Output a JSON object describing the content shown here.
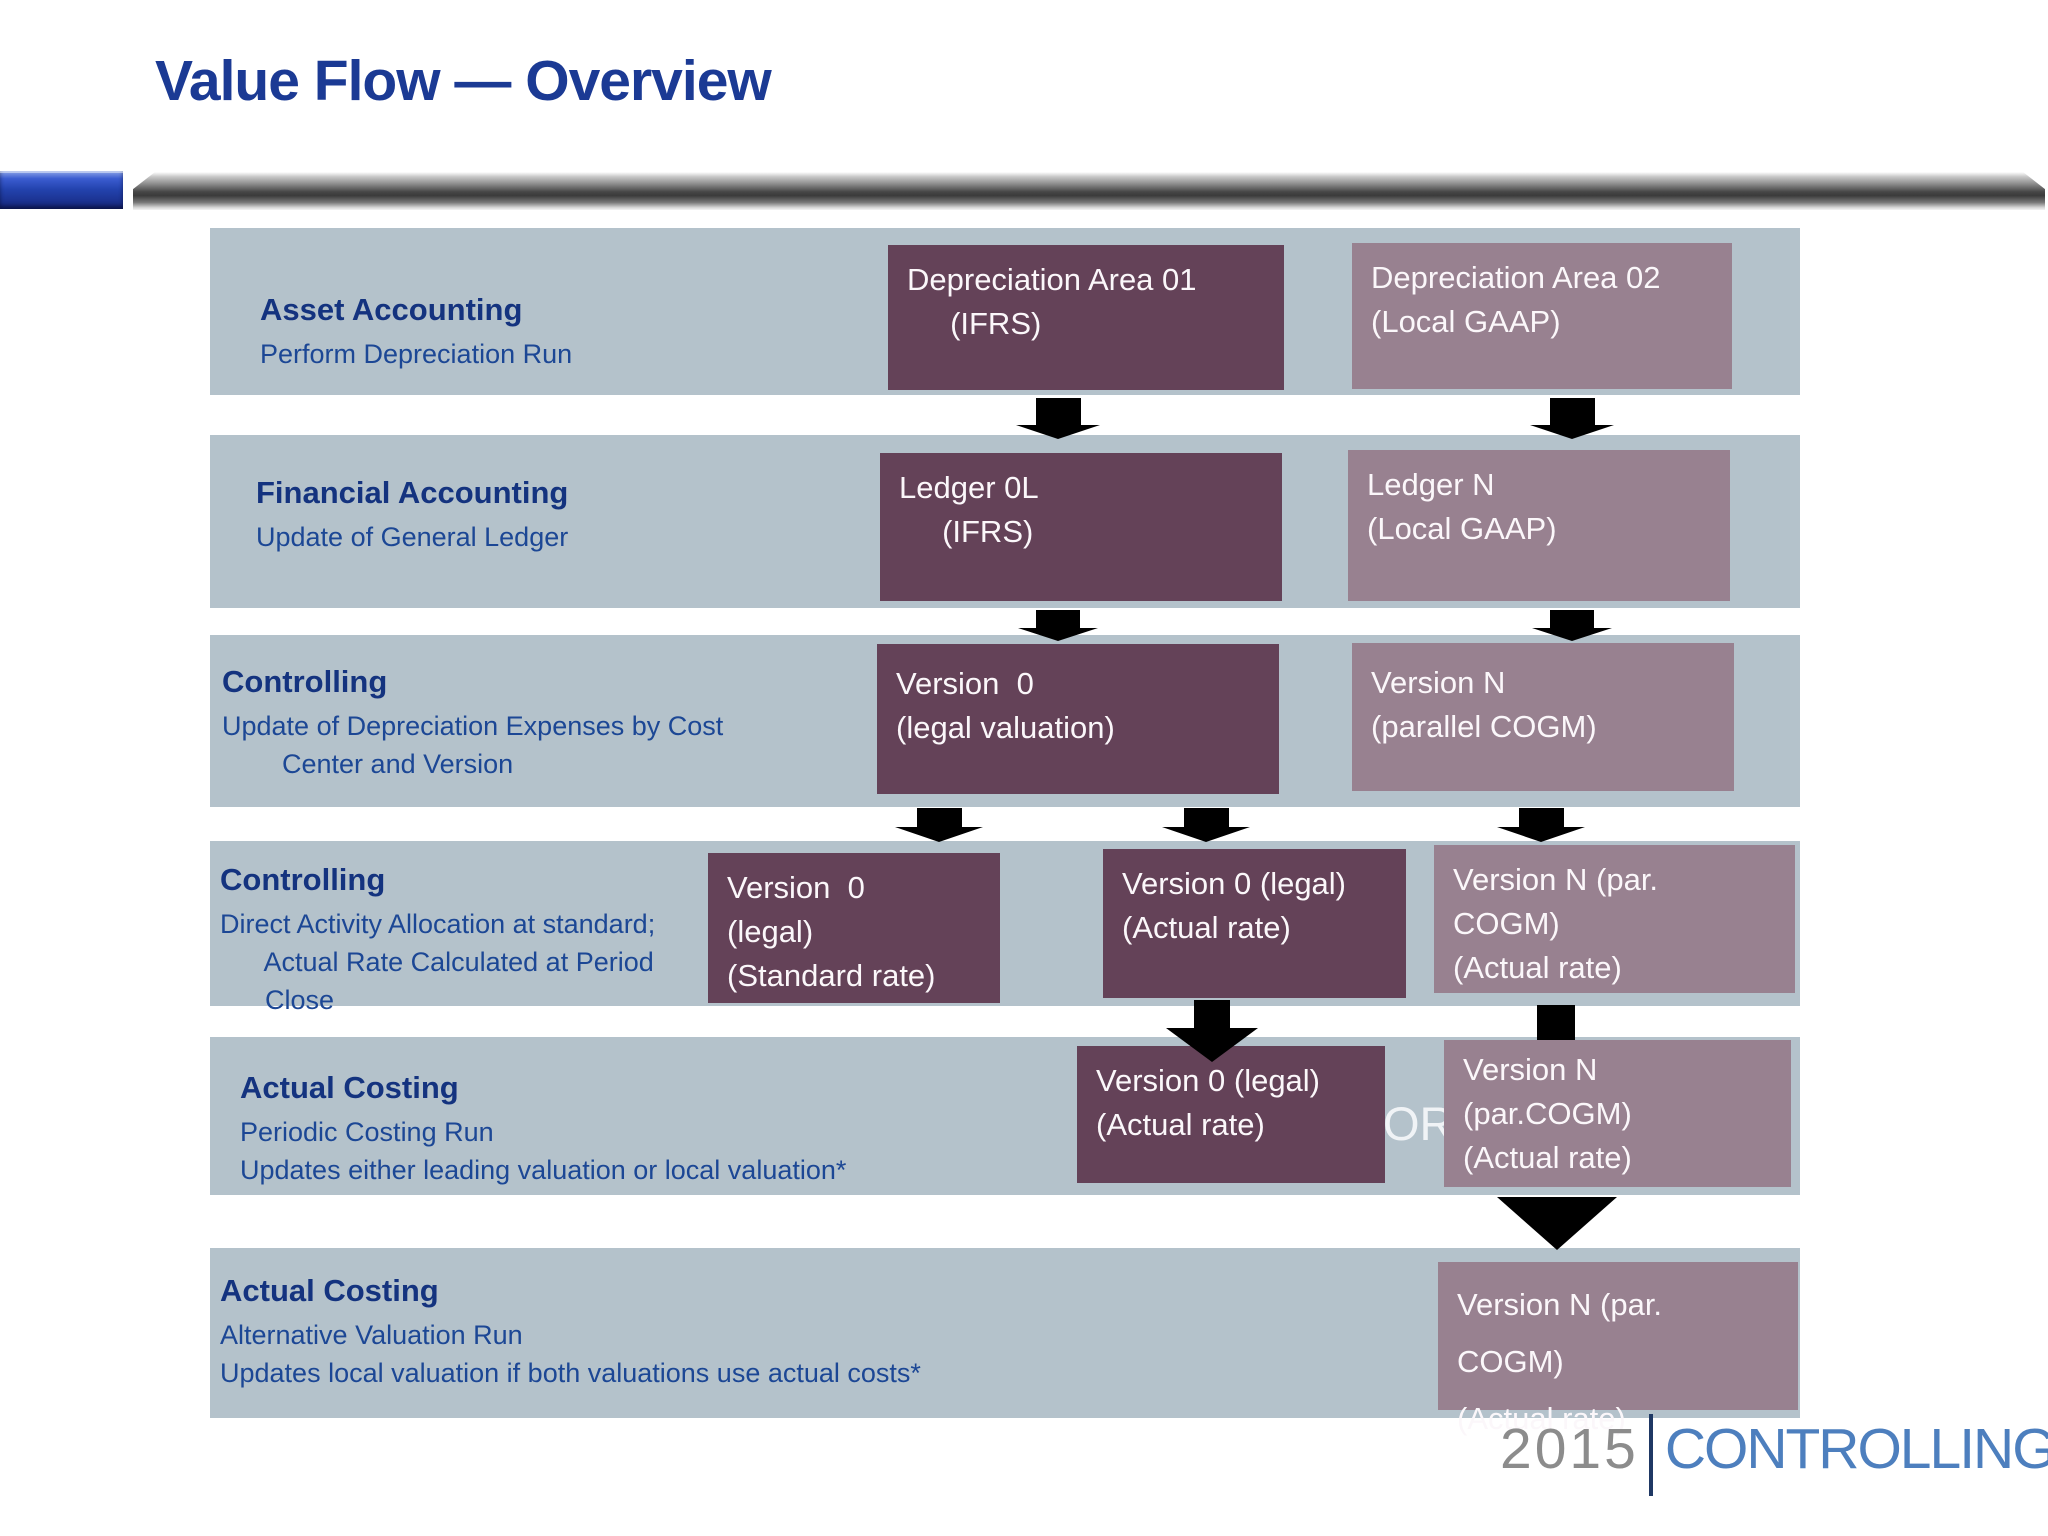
{
  "title": "Value Flow — Overview",
  "rows": [
    {
      "heading": "Asset Accounting",
      "lines": [
        "Perform Depreciation Run"
      ]
    },
    {
      "heading": "Financial Accounting",
      "lines": [
        "Update of General Ledger"
      ]
    },
    {
      "heading": "Controlling",
      "lines": [
        "Update of Depreciation Expenses by Cost",
        "        Center and Version"
      ]
    },
    {
      "heading": "Controlling",
      "lines": [
        "Direct Activity Allocation at standard;",
        "      Actual Rate Calculated at Period",
        "      Close"
      ]
    },
    {
      "heading": "Actual Costing",
      "lines": [
        "Periodic Costing Run",
        "Updates either leading valuation or local valuation*"
      ]
    },
    {
      "heading": "Actual Costing",
      "lines": [
        "Alternative Valuation Run",
        "Updates local valuation if both valuations use actual costs*"
      ]
    }
  ],
  "boxes": {
    "r1b1": {
      "lines": [
        "Depreciation Area 01",
        "     (IFRS)"
      ],
      "variant": "dark"
    },
    "r1b2": {
      "lines": [
        "Depreciation Area 02",
        "(Local GAAP)"
      ],
      "variant": "light"
    },
    "r2b1": {
      "lines": [
        "Ledger 0L",
        "     (IFRS)"
      ],
      "variant": "dark"
    },
    "r2b2": {
      "lines": [
        "Ledger N",
        "(Local GAAP)"
      ],
      "variant": "light"
    },
    "r3b1": {
      "lines": [
        "Version  0",
        "(legal valuation)"
      ],
      "variant": "dark"
    },
    "r3b2": {
      "lines": [
        "Version N",
        "(parallel COGM)"
      ],
      "variant": "light"
    },
    "r4b1": {
      "lines": [
        "Version  0",
        "(legal)",
        "(Standard rate)"
      ],
      "variant": "dark"
    },
    "r4b2": {
      "lines": [
        "Version 0 (legal)",
        "(Actual rate)"
      ],
      "variant": "dark"
    },
    "r4b3": {
      "lines": [
        "Version N (par.",
        "COGM)",
        "(Actual rate)"
      ],
      "variant": "light"
    },
    "r5b1": {
      "lines": [
        "Version 0 (legal)",
        "(Actual rate)"
      ],
      "variant": "dark"
    },
    "r5b2": {
      "lines": [
        "Version N",
        "(par.COGM)",
        "(Actual rate)"
      ],
      "variant": "light"
    },
    "r6b1": {
      "lines": [
        "Version N (par.",
        "COGM)",
        "(Actual rate)"
      ],
      "variant": "light"
    }
  },
  "or_label": "OR",
  "footer": {
    "year": "2015",
    "brand": "CONTROLLING"
  },
  "colors": {
    "band": "#b4c2cb",
    "box_dark": "#644258",
    "box_light": "#988190",
    "title_navy": "#1b3a94",
    "heading_navy": "#14337f",
    "subtext_blue": "#1c4795",
    "arrow_black": "#000000",
    "logo_gray": "#8c8c8c",
    "logo_blue": "#4d7fbe"
  }
}
